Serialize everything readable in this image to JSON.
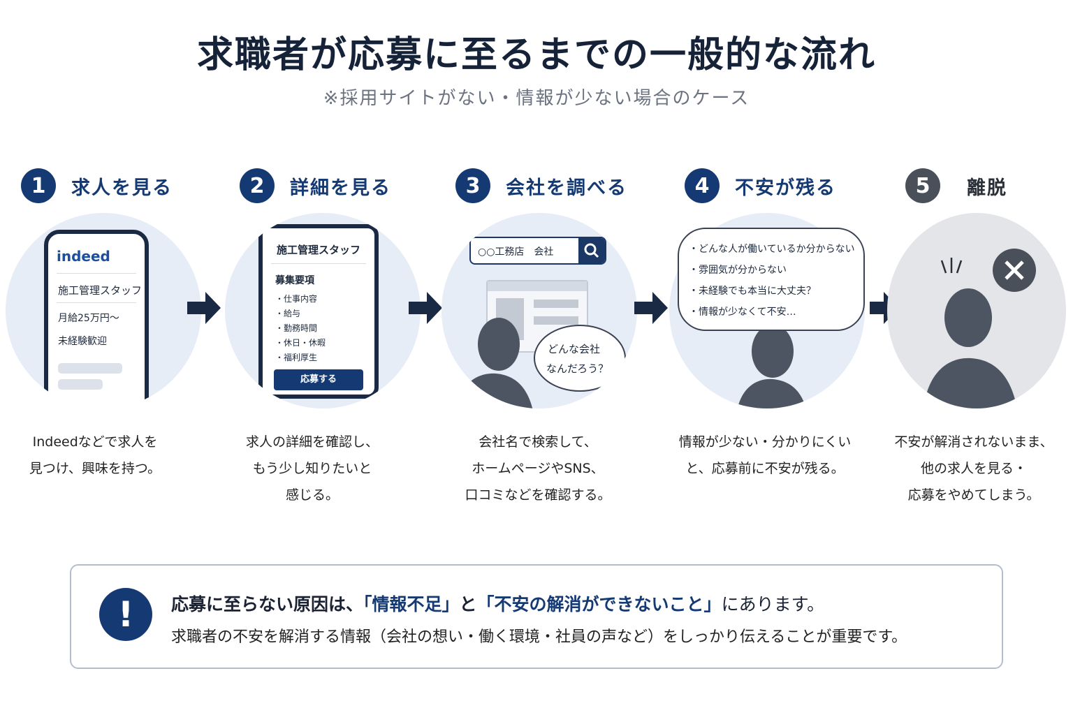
{
  "title": "求職者が応募に至るまでの一般的な流れ",
  "subtitle": "※採用サイトがない・情報が少ない場合のケース",
  "steps": [
    {
      "num": "1",
      "label": "求人を見る",
      "desc": [
        "Indeedなどで求人を",
        "見つけ、興味を持つ。"
      ]
    },
    {
      "num": "2",
      "label": "詳細を見る",
      "desc": [
        "求人の詳細を確認し、",
        "もう少し知りたいと",
        "感じる。"
      ]
    },
    {
      "num": "3",
      "label": "会社を調べる",
      "desc": [
        "会社名で検索して、",
        "ホームページやSNS、",
        "口コミなどを確認する。"
      ]
    },
    {
      "num": "4",
      "label": "不安が残る",
      "desc": [
        "情報が少ない・分かりにくい",
        "と、応募前に不安が残る。"
      ]
    },
    {
      "num": "5",
      "label": "離脱",
      "desc": [
        "不安が解消されないまま、",
        "他の求人を見る・",
        "応募をやめてしまう。"
      ]
    }
  ],
  "phone1": {
    "logo": "indeed",
    "job": "施工管理スタッフ",
    "salary": "月給25万円〜",
    "note": "未経験歓迎"
  },
  "phone2": {
    "job": "施工管理スタッフ",
    "section": "募集要項",
    "items": [
      "・仕事内容",
      "・給与",
      "・勤務時間",
      "・休日・休暇",
      "・福利厚生"
    ],
    "apply": "応募する"
  },
  "search": {
    "query": "○○工務店　会社",
    "thought": [
      "どんな会社",
      "なんだろう？"
    ]
  },
  "worries": [
    "・どんな人が働いているか分からない",
    "・雰囲気が分からない",
    "・未経験でも本当に大丈夫？",
    "・情報が少なくて不安…"
  ],
  "summary": {
    "lead": "応募に至らない原因は、",
    "hl1": "「情報不足」",
    "mid": "と",
    "hl2": "「不安の解消ができないこと」",
    "tail": "にあります。",
    "line2": "求職者の不安を解消する情報（会社の想い・働く環境・社員の声など）をしっかり伝えることが重要です。",
    "icon": "!"
  },
  "colors": {
    "navy": "#153a73",
    "gray": "#4a505a",
    "circle": "#e6edf6"
  }
}
